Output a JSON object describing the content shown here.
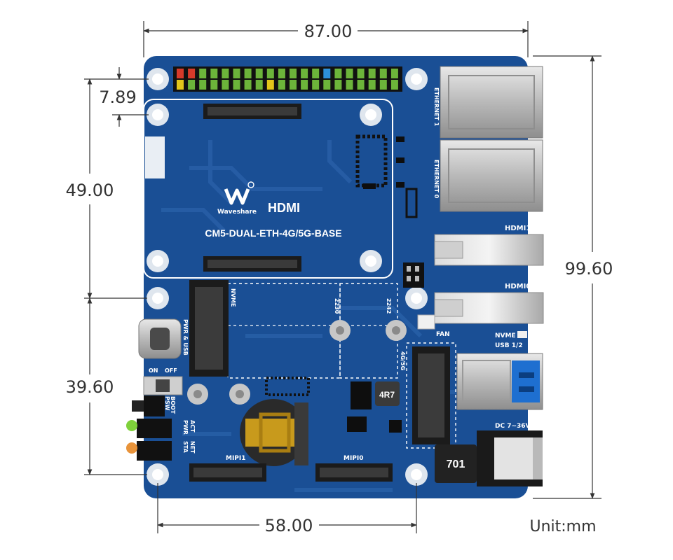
{
  "dimensions": {
    "width_top": "87.00",
    "height_right": "99.60",
    "hole_offset_top": "7.89",
    "hole_spacing_upper": "49.00",
    "hole_spacing_lower": "39.60",
    "hole_spacing_bottom": "58.00",
    "unit_label": "Unit:mm"
  },
  "board": {
    "logo_text": "Waveshare",
    "hdmi_logo": "HDMI",
    "model_name": "CM5-DUAL-ETH-4G/5G-BASE",
    "labels": {
      "ethernet1": "ETHERNET 1",
      "ethernet0": "ETHERNET 0",
      "hdmi1": "HDMI1",
      "hdmi0": "HDMI0",
      "fan": "FAN",
      "nvme_right": "NVME",
      "usb": "USB 1/2",
      "dc": "DC 7~36V",
      "nvme_slot": "NVME",
      "m2_2230": "2230",
      "m2_2242": "2242",
      "pwr_usb": "PWR & USB",
      "on": "ON",
      "off": "OFF",
      "boot": "BOOT",
      "psw": "PSW",
      "act": "ACT",
      "pwr": "PWR",
      "net": "NET",
      "sta": "STA",
      "slot_4g5g": "4G/5G",
      "mipi1": "MIPI1",
      "mipi0": "MIPI0",
      "inductor_4r7": "4R7",
      "inductor_701": "701"
    }
  },
  "colors": {
    "board": "#1a4f95",
    "board_dark": "#153f7a",
    "trace": "#2a61aa",
    "hole_ring": "#dfe6ee",
    "header_black": "#111111",
    "pin_green": "#6cb43a",
    "pin_yellow": "#e2c51a",
    "pin_red": "#d63a2a",
    "pin_blue": "#2d8fd8",
    "metal": "#c9c9c9",
    "dim_line": "#333333"
  }
}
